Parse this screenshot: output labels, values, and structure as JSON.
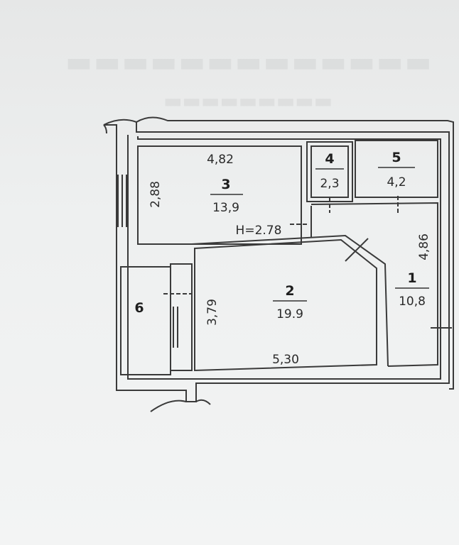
{
  "rooms": [
    {
      "number": "1",
      "area": "10,8"
    },
    {
      "number": "2",
      "area": "19.9"
    },
    {
      "number": "3",
      "area": "13,9"
    },
    {
      "number": "4",
      "area": "2,3"
    },
    {
      "number": "5",
      "area": "4,2"
    },
    {
      "number": "6"
    }
  ],
  "dimensions": {
    "room3_width": "4,82",
    "room3_depth": "2,88",
    "ceiling_height": "H=2.78",
    "room2_depth": "3,79",
    "room2_width": "5,30",
    "room1_depth": "4,86"
  },
  "colors": {
    "line": "#3a3a3a",
    "paper": "#eceded"
  }
}
